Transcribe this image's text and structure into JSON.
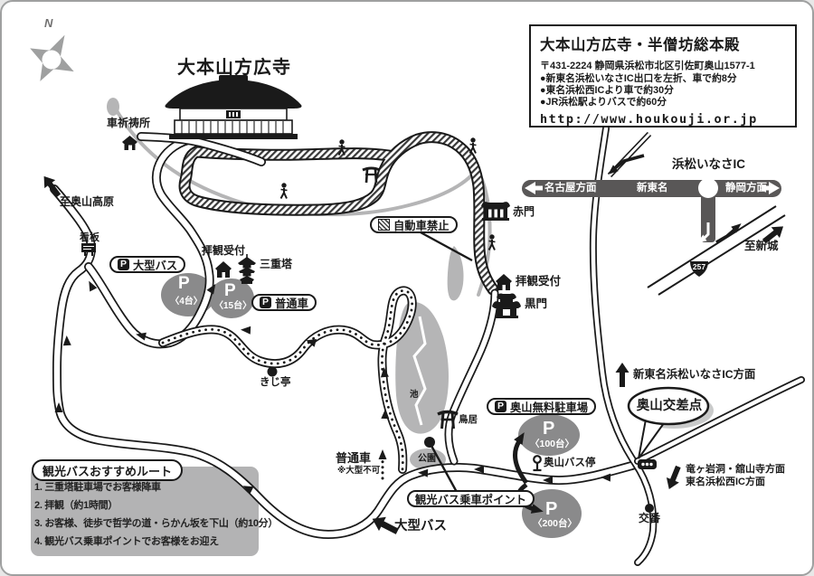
{
  "colors": {
    "ink": "#1a1a1a",
    "band_gray": "#595757",
    "lot_gray": "#8a8a8b",
    "soft_gray": "#b5b5b6",
    "box_gray": "#b3b3b4"
  },
  "compass": {
    "north": "N"
  },
  "temple": {
    "title": "大本山方広寺",
    "prayer_office": "車祈祷所"
  },
  "info_box": {
    "title": "大本山方広寺・半僧坊総本殿",
    "address": "〒431-2224 静岡県浜松市北区引佐町奥山1577-1",
    "bullets": [
      "●新東名浜松いなさIC出口を左折、車で約8分",
      "●東名浜松西ICより車で約30分",
      "●JR浜松駅よりバスで約60分"
    ],
    "url": "http://www.houkouji.or.jp"
  },
  "expressway": {
    "ic_name": "浜松いなさIC",
    "left_direction": "名古屋方面",
    "road_name": "新東名",
    "right_direction": "静岡方面",
    "route_number": "257",
    "to_shinshiro": "至新城"
  },
  "junction": {
    "name": "奥山交差点",
    "to_ic": "新東名浜松いなさIC方面",
    "to_ryugashido": "竜ヶ岩洞・舘山寺方面",
    "to_tomei_west": "東名浜松西IC方面",
    "police_box": "交番"
  },
  "parking": {
    "p": "P",
    "large_bus": "大型バス",
    "cap_4": "〈4台〉",
    "regular_car": "普通車",
    "cap_15": "〈15台〉",
    "free_lot": "奥山無料駐車場",
    "cap_100": "〈100台〉",
    "cap_200": "〈200台〉",
    "bus_stop": "奥山バス停"
  },
  "labels": {
    "to_okuyama_kogen": "至奥山高原",
    "signboard": "看板",
    "reception_upper": "拝観受付",
    "pagoda": "三重塔",
    "no_cars": "自動車禁止",
    "red_gate": "赤門",
    "reception_lower": "拝観受付",
    "black_gate": "黒門",
    "kiji_tei": "きじ亭",
    "pond": "池",
    "torii": "鳥居",
    "park": "公園",
    "regular_car": "普通車",
    "no_large_bus": "※大型不可",
    "large_bus": "大型バス",
    "bus_point": "観光バス乗車ポイント"
  },
  "route_box": {
    "title": "観光バスおすすめルート",
    "steps": [
      "1. 三重塔駐車場でお客様降車",
      "2. 拝観（約1時間）",
      "3. お客様、徒歩で哲学の道・らかん坂を下山（約10分）",
      "4. 観光バス乗車ポイントでお客様をお迎え"
    ]
  }
}
